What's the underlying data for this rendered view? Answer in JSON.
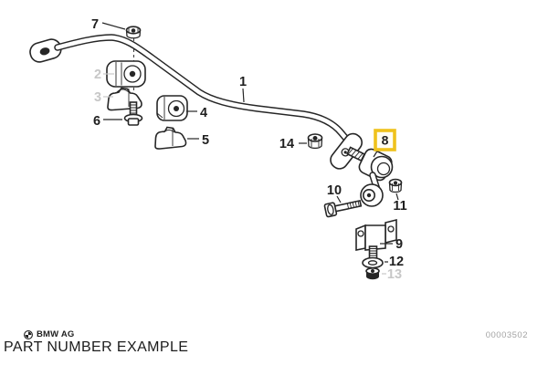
{
  "footer": {
    "copyright": "BMW AG",
    "caption": "PART NUMBER EXAMPLE",
    "doc_number": "00003502"
  },
  "diagram": {
    "description": "Exploded line-art diagram of a front stabilizer (sway) bar assembly with numbered callouts",
    "highlight_color": "#EFC21C",
    "line_color": "#262626",
    "muted_label_color": "#C7C7C7",
    "parts": [
      {
        "label": "1",
        "state": "normal"
      },
      {
        "label": "2",
        "state": "muted"
      },
      {
        "label": "3",
        "state": "muted"
      },
      {
        "label": "4",
        "state": "normal"
      },
      {
        "label": "5",
        "state": "normal"
      },
      {
        "label": "6",
        "state": "normal"
      },
      {
        "label": "7",
        "state": "normal"
      },
      {
        "label": "8",
        "state": "highlighted"
      },
      {
        "label": "9",
        "state": "normal"
      },
      {
        "label": "10",
        "state": "normal"
      },
      {
        "label": "11",
        "state": "normal"
      },
      {
        "label": "12",
        "state": "normal"
      },
      {
        "label": "13",
        "state": "muted"
      },
      {
        "label": "14",
        "state": "normal"
      }
    ]
  }
}
